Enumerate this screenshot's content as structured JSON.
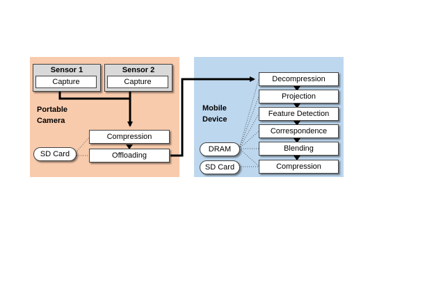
{
  "camera": {
    "label_line1": "Portable",
    "label_line2": "Camera",
    "sensor1": {
      "title": "Sensor 1",
      "capture": "Capture"
    },
    "sensor2": {
      "title": "Sensor 2",
      "capture": "Capture"
    },
    "compression": "Compression",
    "offloading": "Offloading",
    "sd_card": "SD Card"
  },
  "mobile": {
    "label_line1": "Mobile",
    "label_line2": "Device",
    "pipeline": [
      "Decompression",
      "Projection",
      "Feature Detection",
      "Correspondence",
      "Blending",
      "Compression"
    ],
    "dram": "DRAM",
    "sd_card": "SD Card"
  },
  "colors": {
    "camera_panel": "#f8cbad",
    "mobile_panel": "#bdd7ee",
    "sensor_fill": "#d9d9d9",
    "line": "#000000"
  }
}
